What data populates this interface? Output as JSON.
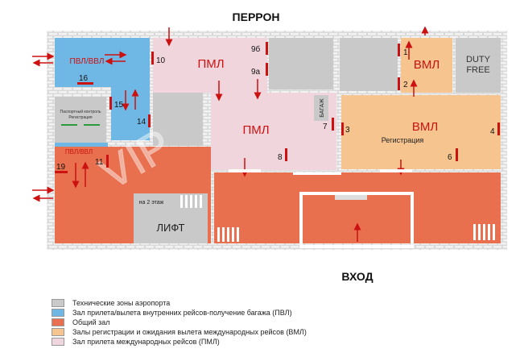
{
  "title_top": "ПЕРРОН",
  "title_bottom": "ВХОД",
  "watermark": "VIP",
  "colors": {
    "tech": "#c9c9c9",
    "pvl": "#6fb8e6",
    "common": "#e8704f",
    "vml": "#f6c48f",
    "pml": "#f1d5dd",
    "wall": "#d9d9d9",
    "gate": "#cc1111"
  },
  "zones": {
    "pvl_top": "ПВЛ/ВВЛ",
    "pml_top": "ПМЛ",
    "pml_mid": "ПМЛ",
    "vml_top": "ВМЛ",
    "vml_mid": "ВМЛ",
    "vml_reg": "Регистрация",
    "duty_free": "DUTY\nFREE",
    "duty_line1": "DUTY",
    "duty_line2": "FREE",
    "pasport": "Паспортный контроль",
    "registracia_small": "Регистрация",
    "pvl_bottom": "ПВЛ/ВВЛ",
    "lift": "ЛИФТ",
    "to_floor2": "на 2 этаж",
    "bagazh": "БАГАЖ"
  },
  "gates": [
    "1",
    "2",
    "3",
    "4",
    "6",
    "7",
    "8",
    "9а",
    "9б",
    "10",
    "11",
    "14",
    "15",
    "16",
    "19"
  ],
  "legend": [
    {
      "color": "#c9c9c9",
      "label": "Технические зоны аэропорта"
    },
    {
      "color": "#6fb8e6",
      "label": "Зал прилета/вылета внутренних рейсов-получение багажа (ПВЛ)"
    },
    {
      "color": "#e8704f",
      "label": "Общий зал"
    },
    {
      "color": "#f6c48f",
      "label": "Залы регистрации и ожидания вылета международных рейсов (ВМЛ)"
    },
    {
      "color": "#f1d5dd",
      "label": "Зал прилета международных рейсов (ПМЛ)"
    }
  ]
}
